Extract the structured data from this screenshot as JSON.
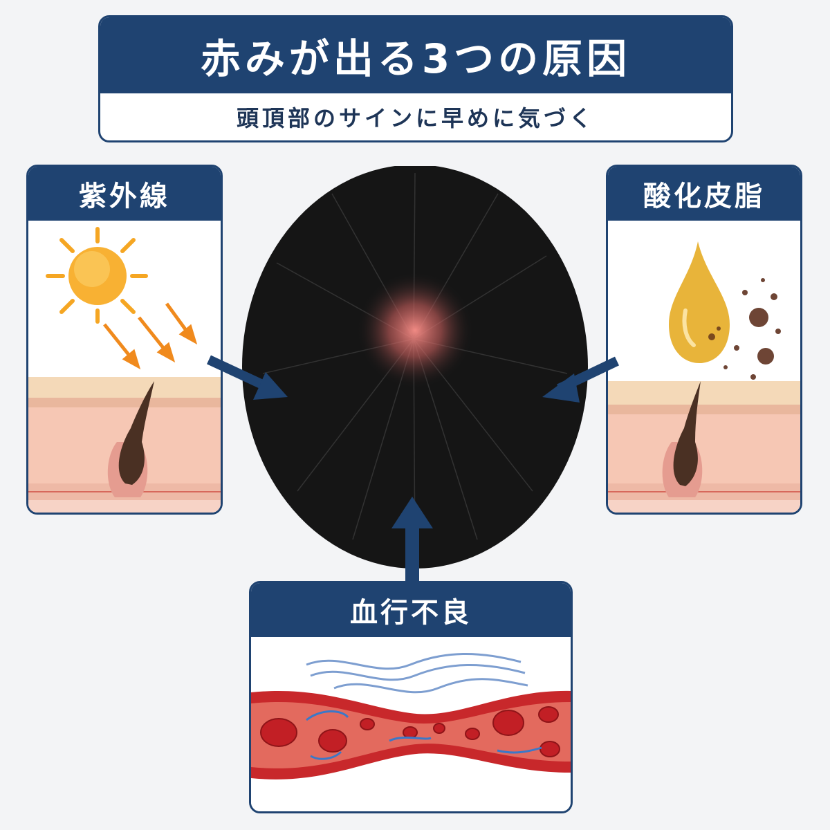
{
  "header": {
    "title": "赤みが出る3つの原因",
    "subtitle": "頭頂部のサインに早めに気づく"
  },
  "causes": {
    "uv": {
      "label": "紫外線",
      "icon": "sun-icon"
    },
    "oxidized_sebum": {
      "label": "酸化皮脂",
      "icon": "oil-drop-icon"
    },
    "poor_circulation": {
      "label": "血行不良",
      "icon": "blood-vessel-icon"
    }
  },
  "colors": {
    "navy": "#1f4371",
    "sun": "#f5a623",
    "skin": "#f6c7b4",
    "blood": "#c8282b",
    "scalp_redness": "#f08a84"
  }
}
